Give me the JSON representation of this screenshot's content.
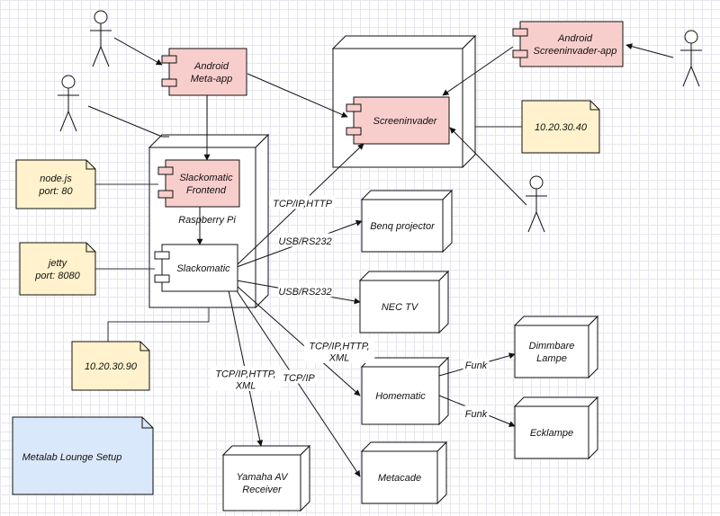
{
  "diagram": {
    "components": {
      "android_meta_app": [
        "Android",
        "Meta-app"
      ],
      "android_screeninvader_app": [
        "Android",
        "Screeninvader-app"
      ],
      "screeninvader": [
        "Screeninvader"
      ],
      "slackomatic_frontend": [
        "Slackomatic",
        "Frontend"
      ],
      "slackomatic": [
        "Slackomatic"
      ]
    },
    "nodes": {
      "raspberry_pi_label": "Raspberry Pi",
      "benq_projector": [
        "Benq projector"
      ],
      "nec_tv": [
        "NEC TV"
      ],
      "homematic": [
        "Homematic"
      ],
      "dimmbare_lampe": [
        "Dimmbare",
        "Lampe"
      ],
      "ecklampe": [
        "Ecklampe"
      ],
      "yamaha_av_receiver": [
        "Yamaha AV",
        "Receiver"
      ],
      "metacade": [
        "Metacade"
      ]
    },
    "notes": {
      "nodejs": [
        "node.js",
        "port: 80"
      ],
      "jetty": [
        "jetty",
        "port: 8080"
      ],
      "ip_screeninvader": [
        "10.20.30.40"
      ],
      "ip_raspberry_pi": [
        "10.20.30.90"
      ]
    },
    "edge_labels": {
      "to_screeninvader": [
        "TCP/IP,HTTP"
      ],
      "to_benq": [
        "USB/RS232"
      ],
      "to_nec": [
        "USB/RS232"
      ],
      "to_homematic": [
        "TCP/IP,HTTP,",
        "XML"
      ],
      "to_yamaha": [
        "TCP/IP,HTTP,",
        "XML"
      ],
      "to_metacade": [
        "TCP/IP"
      ],
      "to_dimmbare": [
        "Funk"
      ],
      "to_ecklampe": [
        "Funk"
      ]
    },
    "title_box": [
      "Metalab Lounge Setup"
    ],
    "colors": {
      "component_fill": "#f8cecc",
      "note_fill": "#fff2cc",
      "title_fill": "#dae8fc",
      "stroke": "#111111",
      "grid": "#e6e6ef"
    }
  }
}
